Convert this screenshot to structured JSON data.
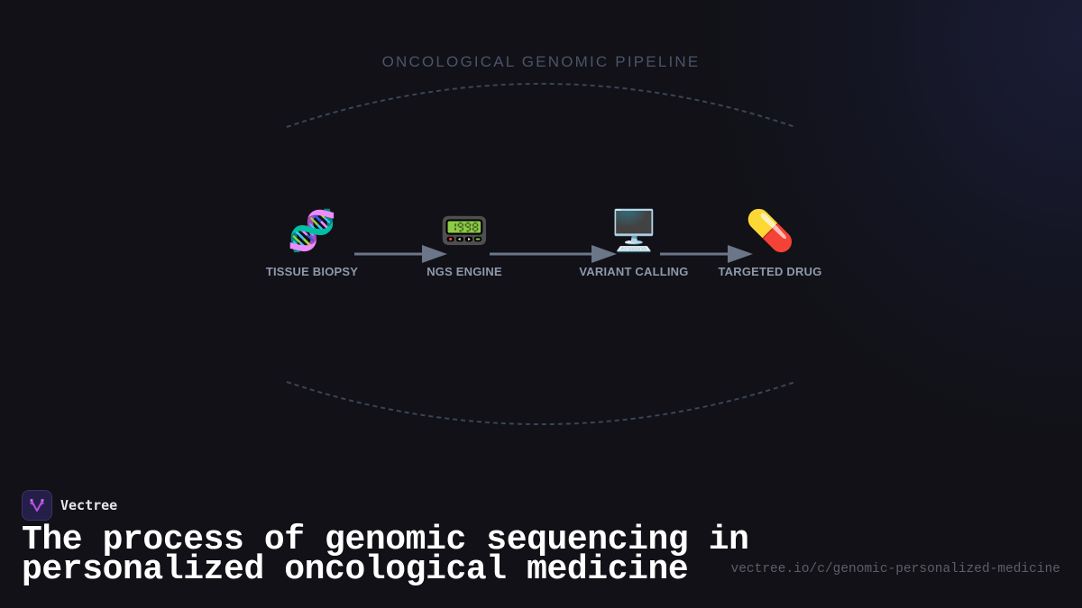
{
  "diagram": {
    "title": "ONCOLOGICAL GENOMIC PIPELINE",
    "nodes": [
      {
        "label": "TISSUE BIOPSY",
        "icon": "🧬",
        "icon_name": "dna-icon"
      },
      {
        "label": "NGS ENGINE",
        "icon": "📟",
        "icon_name": "pager-icon"
      },
      {
        "label": "VARIANT CALLING",
        "icon": "🖥️",
        "icon_name": "desktop-computer-icon"
      },
      {
        "label": "TARGETED DRUG",
        "icon": "💊",
        "icon_name": "pill-icon"
      }
    ],
    "colors": {
      "arrow": "#6b7688",
      "arc": "#3a4556",
      "label": "#8e99ab",
      "title": "#4a5568",
      "background": "#111117"
    }
  },
  "brand": {
    "name": "Vectree",
    "accent": "#b44fe0"
  },
  "headline": "The process of genomic sequencing in personalized oncological medicine",
  "url": "vectree.io/c/genomic-personalized-medicine"
}
